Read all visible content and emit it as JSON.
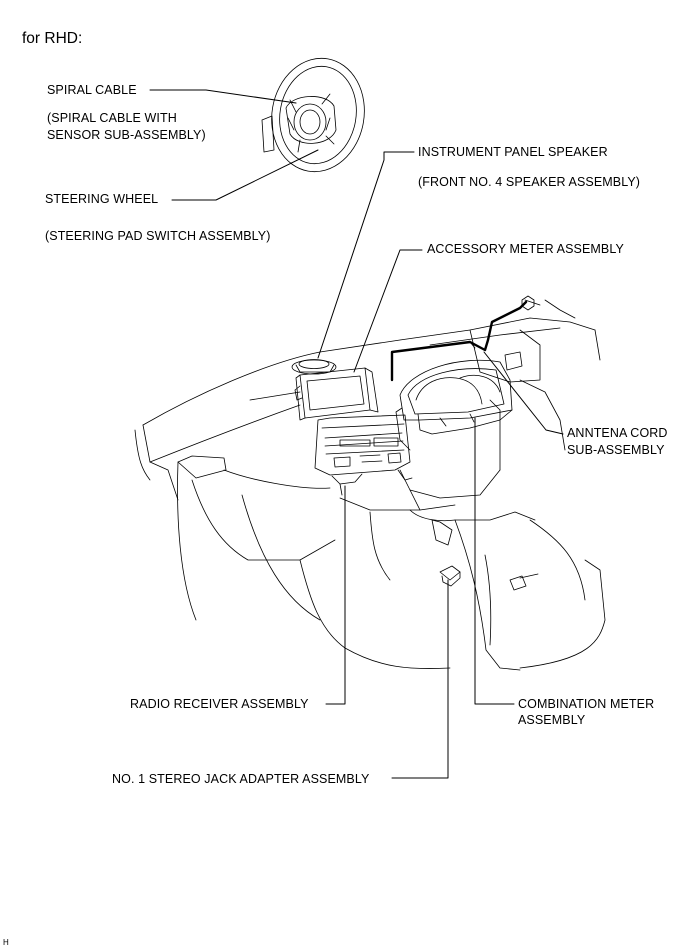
{
  "title": "for RHD:",
  "labels": {
    "spiral_cable": "SPIRAL CABLE",
    "spiral_cable_sub_1": "(SPIRAL CABLE WITH",
    "spiral_cable_sub_2": "SENSOR SUB-ASSEMBLY)",
    "steering_wheel": "STEERING WHEEL",
    "steering_wheel_sub": "(STEERING PAD SWITCH ASSEMBLY)",
    "instrument_panel_speaker": "INSTRUMENT PANEL SPEAKER",
    "instrument_panel_speaker_sub": "(FRONT NO. 4 SPEAKER ASSEMBLY)",
    "accessory_meter": "ACCESSORY METER ASSEMBLY",
    "antenna_cord_1": "ANNTENA CORD",
    "antenna_cord_2": "SUB-ASSEMBLY",
    "radio_receiver": "RADIO RECEIVER ASSEMBLY",
    "combination_meter_1": "COMBINATION METER",
    "combination_meter_2": "ASSEMBLY",
    "stereo_jack": "NO. 1 STEREO JACK ADAPTER ASSEMBLY"
  },
  "figure_code": "H"
}
